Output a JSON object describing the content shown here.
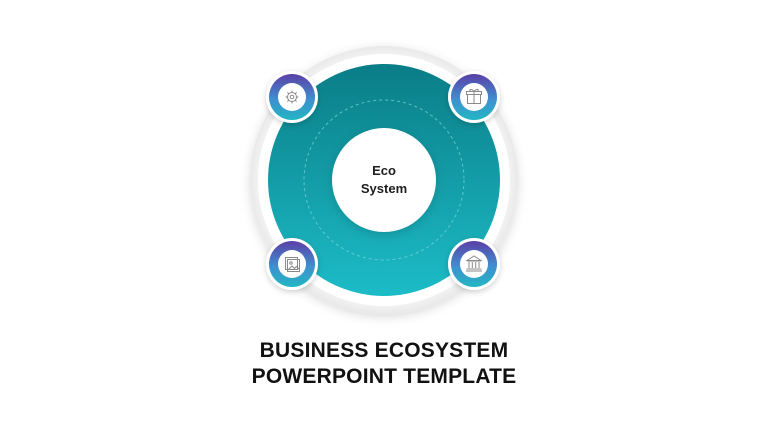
{
  "diagram": {
    "center": {
      "line1": "Eco",
      "line2": "System"
    },
    "nodes": [
      {
        "id": "top-left",
        "icon": "gear-icon"
      },
      {
        "id": "top-right",
        "icon": "gift-icon"
      },
      {
        "id": "bottom-left",
        "icon": "image-icon"
      },
      {
        "id": "bottom-right",
        "icon": "bank-icon"
      }
    ],
    "colors": {
      "ring_teal_dark": "#0a7f89",
      "ring_teal_light": "#19b9c4",
      "node_purple": "#5b3fa6",
      "node_blue": "#3f8fd0",
      "node_teal": "#22b7c2"
    }
  },
  "title": {
    "line1": "BUSINESS ECOSYSTEM",
    "line2": "POWERPOINT TEMPLATE"
  }
}
